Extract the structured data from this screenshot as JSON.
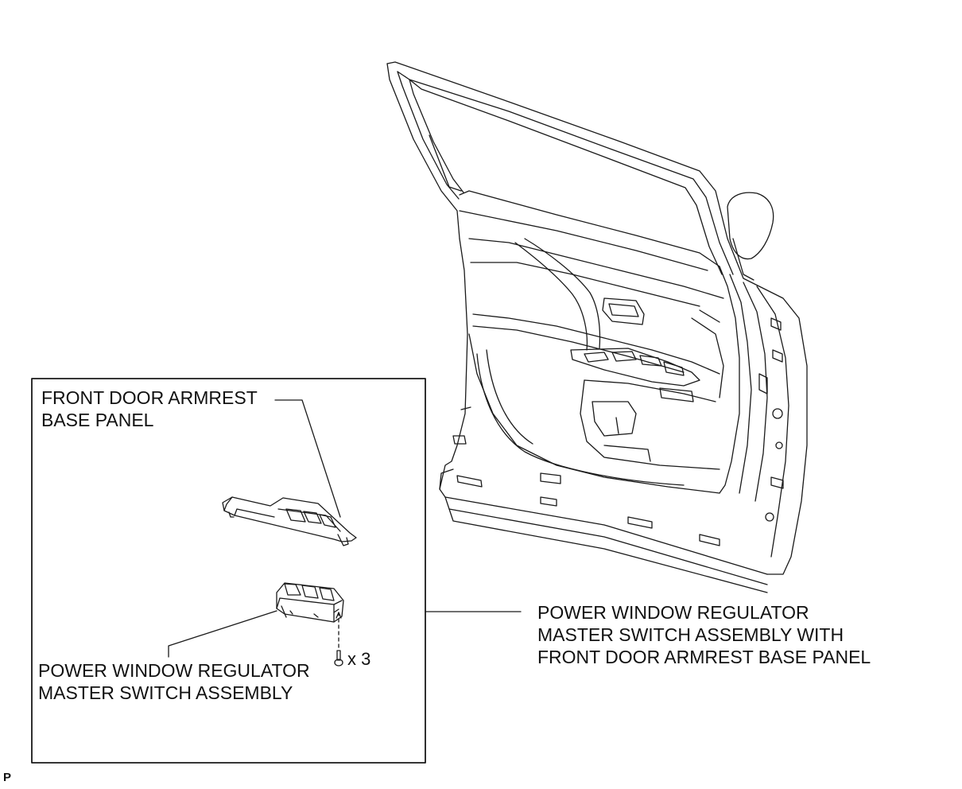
{
  "labels": {
    "armrest_panel": [
      "FRONT DOOR ARMREST",
      "BASE PANEL"
    ],
    "master_switch": [
      "POWER WINDOW REGULATOR",
      "MASTER SWITCH ASSEMBLY"
    ],
    "assembly_with_panel": [
      "POWER WINDOW REGULATOR",
      "MASTER SWITCH ASSEMBLY WITH",
      "FRONT DOOR ARMREST BASE PANEL"
    ],
    "screw_count": "x 3",
    "ref_mark": "P"
  },
  "colors": {
    "line": "#1a1a1a",
    "background": "#ffffff"
  }
}
